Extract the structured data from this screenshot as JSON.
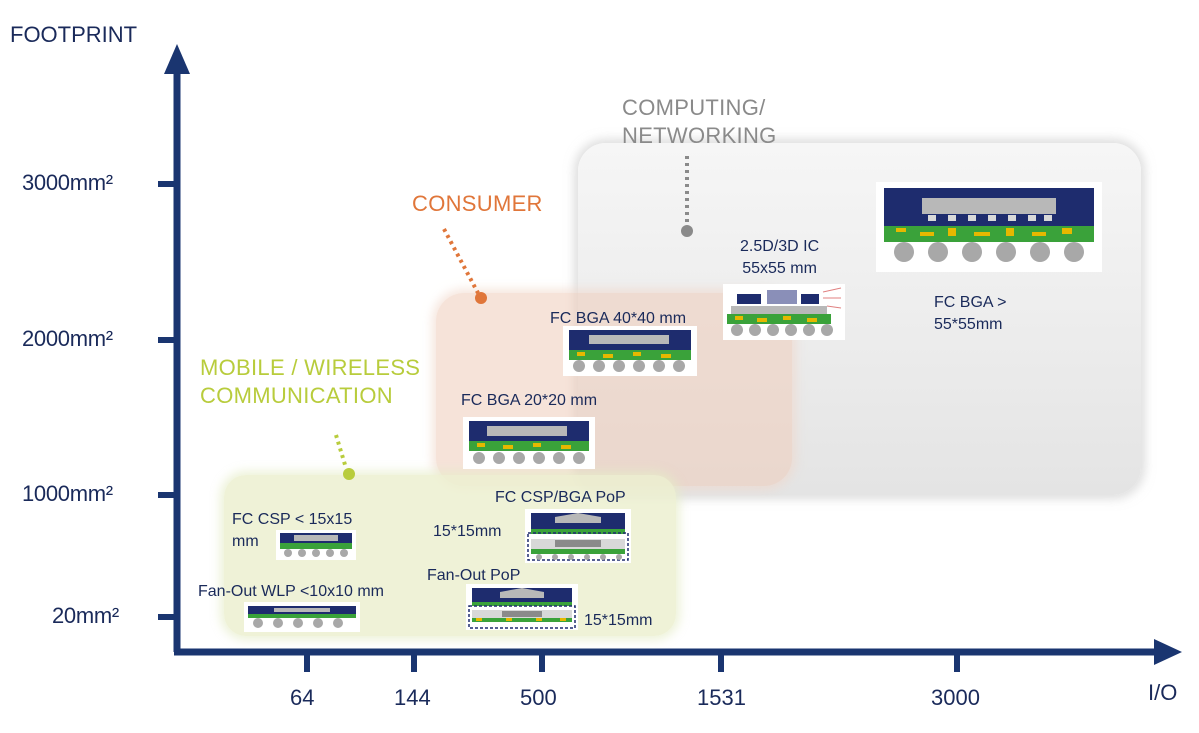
{
  "axes": {
    "y_title": "FOOTPRINT",
    "x_title": "I/O",
    "y_ticks": [
      "3000mm²",
      "2000mm²",
      "1000mm²",
      "20mm²"
    ],
    "x_ticks": [
      "64",
      "144",
      "500",
      "1531",
      "3000"
    ]
  },
  "categories": {
    "computing": {
      "line1": "COMPUTING/",
      "line2": "NETWORKING",
      "color": "#8a8a8a"
    },
    "consumer": {
      "label": "CONSUMER",
      "color": "#e0763a"
    },
    "mobile": {
      "line1": "MOBILE / WIRELESS",
      "line2": "COMMUNICATION",
      "color": "#b8cc3c"
    }
  },
  "packages": {
    "fc_bga_large": {
      "line1": "FC BGA >",
      "line2": "55*55mm"
    },
    "ic_25d3d": {
      "line1": "2.5D/3D IC",
      "line2": "55x55 mm"
    },
    "fc_bga_40": {
      "label": "FC BGA 40*40 mm"
    },
    "fc_bga_20": {
      "label": "FC BGA 20*20 mm"
    },
    "fc_csp": {
      "line1": "FC CSP < 15x15",
      "line2": "mm"
    },
    "fc_csp_bga_pop": {
      "label": "FC CSP/BGA PoP",
      "size": "15*15mm"
    },
    "fan_out_wlp": {
      "label": "Fan-Out WLP <10x10 mm"
    },
    "fan_out_pop": {
      "label": "Fan-Out PoP",
      "size": "15*15mm"
    }
  },
  "colors": {
    "axis": "#1a3570",
    "substrate_navy": "#1e2c6e",
    "substrate_green": "#3aa23a",
    "ball_gray": "#a8a8a8",
    "die_gray": "#b8b8b8"
  }
}
